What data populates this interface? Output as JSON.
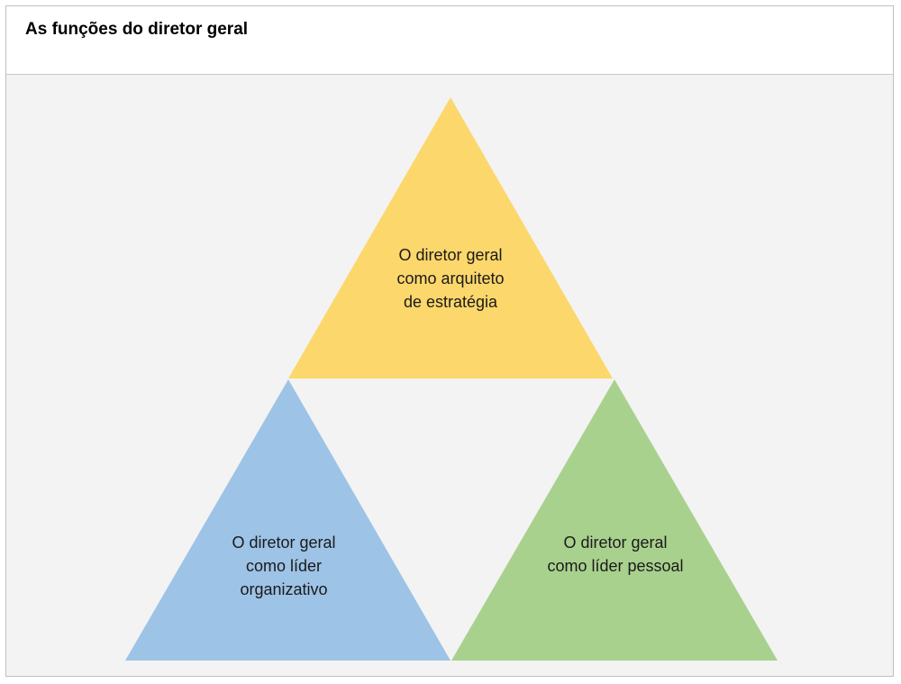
{
  "title": "As funções do diretor geral",
  "triangles": {
    "top": {
      "label": "O diretor geral\ncomo arquiteto\nde estratégia",
      "color": "#fcd76b"
    },
    "left": {
      "label": "O diretor geral\ncomo líder\norganizativo",
      "color": "#9dc3e6"
    },
    "right": {
      "label": "O diretor geral\ncomo líder pessoal",
      "color": "#a9d18e"
    }
  }
}
